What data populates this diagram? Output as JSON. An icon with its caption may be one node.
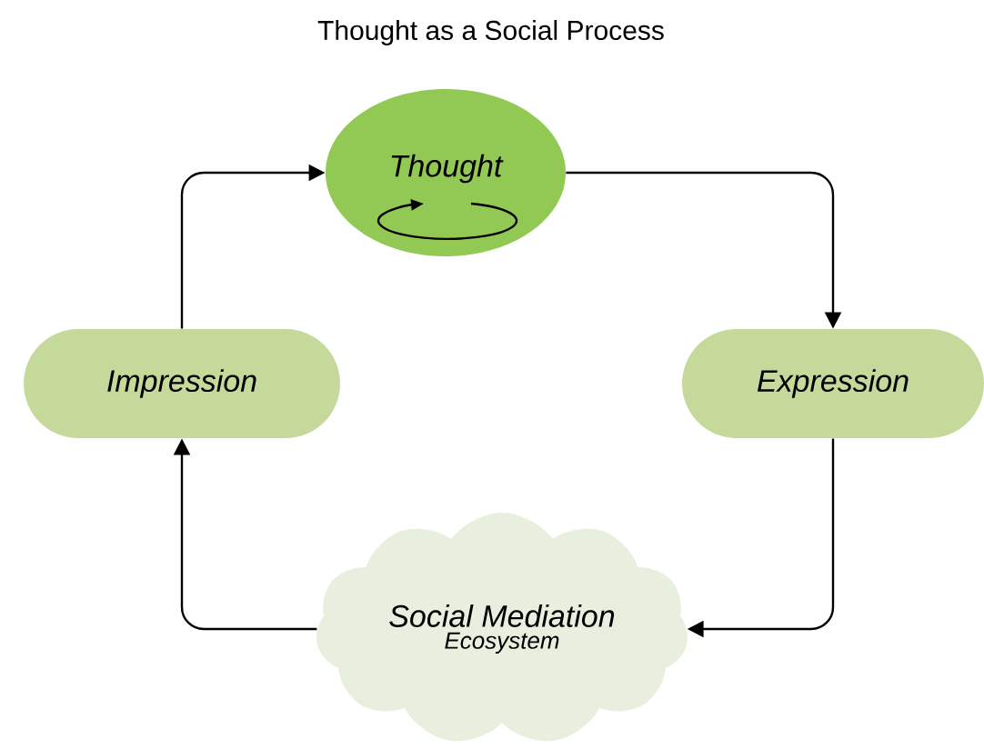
{
  "diagram": {
    "title": "Thought as a Social Process",
    "nodes": [
      {
        "text": [
          "Thought"
        ]
      },
      {
        "text": [
          "Expression"
        ]
      },
      {
        "text": [
          "Social Mediation",
          "Ecosystem"
        ]
      },
      {
        "text": [
          "Impression"
        ]
      }
    ],
    "edges": [
      {
        "from": 0,
        "to": 1,
        "arrow": "to"
      },
      {
        "from": 1,
        "to": 2,
        "arrow": "to"
      },
      {
        "from": 2,
        "to": 3,
        "arrow": "to"
      },
      {
        "from": 3,
        "to": 0,
        "arrow": "to"
      }
    ]
  }
}
